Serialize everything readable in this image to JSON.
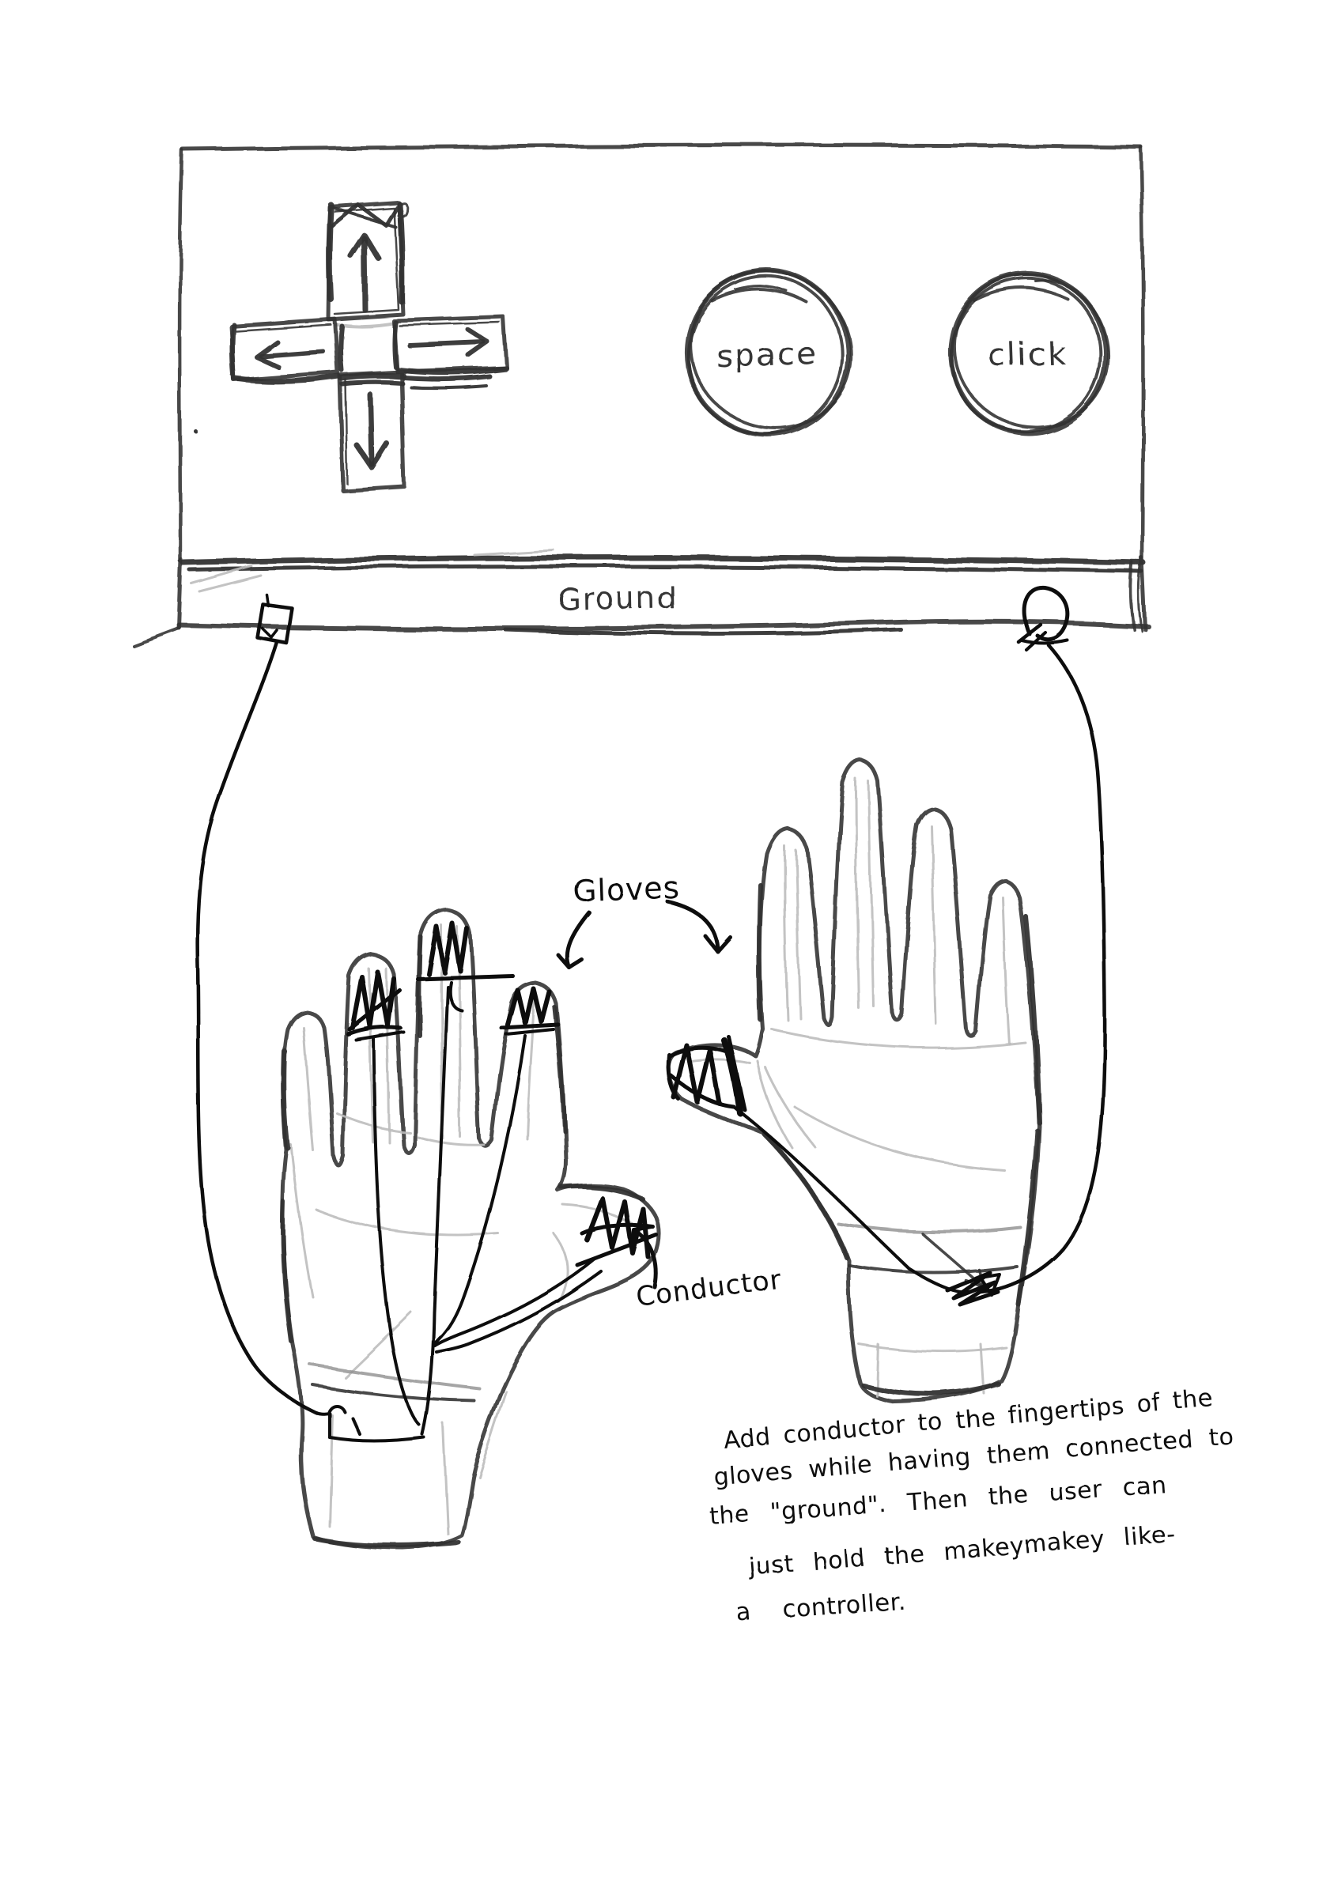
{
  "colors": {
    "paper": "#ffffff",
    "pencil": "#343434",
    "pencil_light": "#bdbdbd",
    "ink": "#0a0a0a"
  },
  "board": {
    "dpad": {
      "up_icon": "arrow-up",
      "down_icon": "arrow-down",
      "left_icon": "arrow-left",
      "right_icon": "arrow-right"
    },
    "buttons": [
      {
        "label": "space"
      },
      {
        "label": "click"
      }
    ],
    "ground_label": "Ground"
  },
  "annotations": {
    "gloves_label": "Gloves",
    "conductor_label": "Conductor",
    "note_lines": [
      "Add conductor to the fingertips of the",
      "gloves while having them connected to",
      "the \"ground\". Then the user can",
      "just hold the makeymakey like-",
      "a controller."
    ]
  }
}
